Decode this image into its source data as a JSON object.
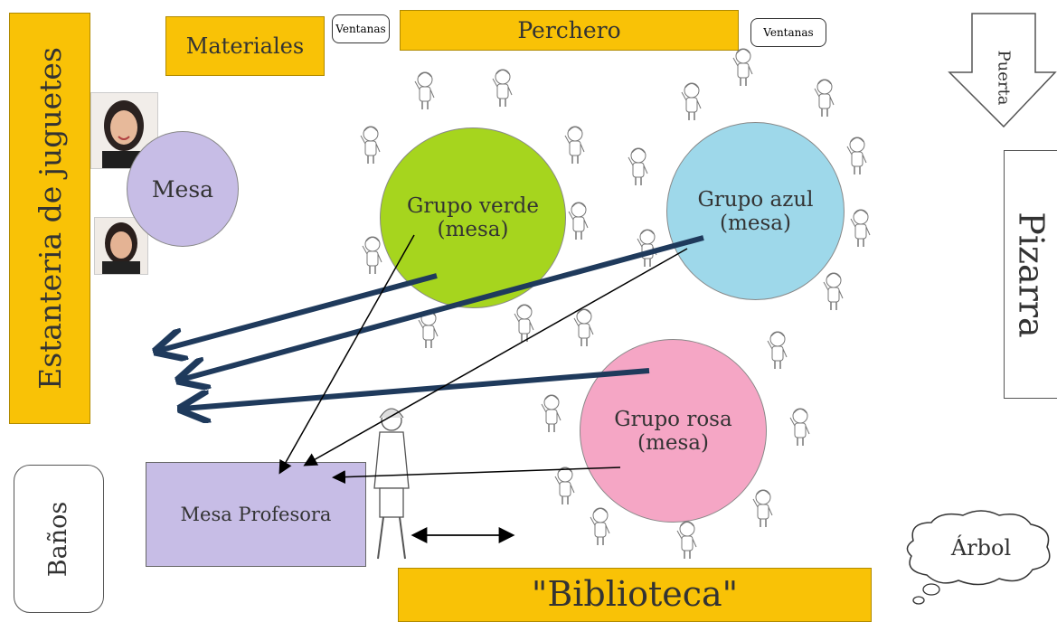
{
  "labels": {
    "estanteria": "Estanteria de juguetes",
    "materiales": "Materiales",
    "ventanas_left": "Ventanas",
    "perchero": "Perchero",
    "ventanas_right": "Ventanas",
    "puerta": "Puerta",
    "pizarra": "Pizarra",
    "mesa": "Mesa",
    "grupo_verde_line1": "Grupo verde",
    "grupo_verde_line2": "(mesa)",
    "grupo_azul_line1": "Grupo azul",
    "grupo_azul_line2": "(mesa)",
    "grupo_rosa_line1": "Grupo rosa",
    "grupo_rosa_line2": "(mesa)",
    "mesa_profesora": "Mesa Profesora",
    "banos": "Baños",
    "biblioteca": "\"Biblioteca\"",
    "arbol": "Árbol"
  },
  "colors": {
    "yellow": "#f9c206",
    "green": "#a6d51e",
    "blue": "#9ed8ea",
    "pink": "#f5a6c5",
    "lavender": "#c7bde6",
    "navy": "#1f3a5c"
  }
}
